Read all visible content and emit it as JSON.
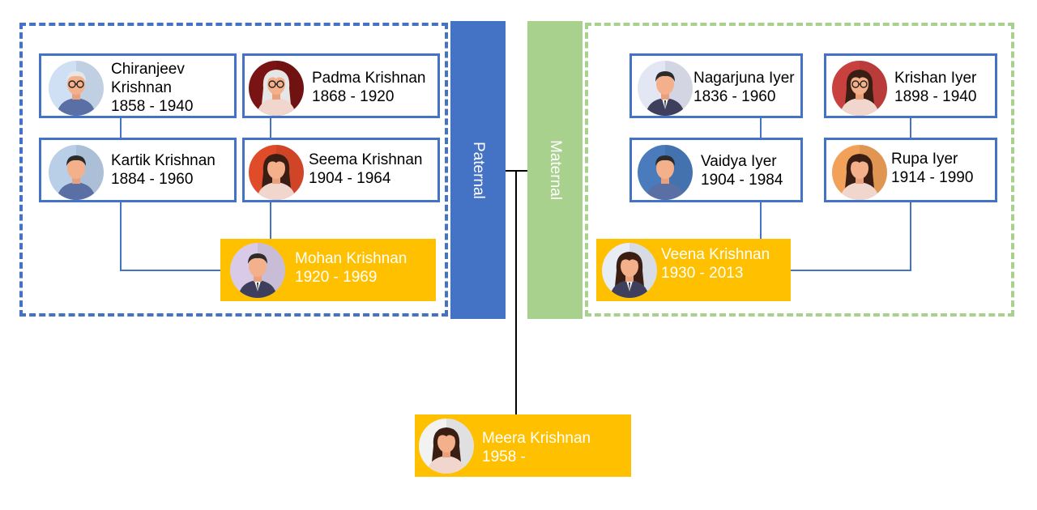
{
  "sections": {
    "paternal_label": "Paternal",
    "maternal_label": "Maternal"
  },
  "paternal": [
    {
      "id": "chiranjeev",
      "name": "Chiranjeev\nKrishnan",
      "years": "1858 - 1940",
      "icon": "elderly-man-avatar-icon",
      "avatar_bg": "#cfe0f4"
    },
    {
      "id": "padma",
      "name": "Padma Krishnan",
      "years": "1868 - 1920",
      "icon": "elderly-woman-avatar-icon",
      "avatar_bg": "#7a1414"
    },
    {
      "id": "kartik",
      "name": "Kartik Krishnan",
      "years": "1884 - 1960",
      "icon": "man-avatar-icon",
      "avatar_bg": "#b9cfe8"
    },
    {
      "id": "seema",
      "name": "Seema Krishnan",
      "years": "1904 - 1964",
      "icon": "woman-avatar-icon",
      "avatar_bg": "#e04b2a"
    },
    {
      "id": "mohan",
      "name": "Mohan Krishnan",
      "years": "1920 - 1969",
      "icon": "man-suit-avatar-icon",
      "avatar_bg": "#d9cbe8"
    }
  ],
  "maternal": [
    {
      "id": "nagarjuna",
      "name": "Nagarjuna Iyer",
      "years": "1836 - 1960",
      "icon": "man-suit-avatar-icon",
      "avatar_bg": "#e3e7f4"
    },
    {
      "id": "krishan",
      "name": "Krishan Iyer",
      "years": "1898 - 1940",
      "icon": "woman-glasses-avatar-icon",
      "avatar_bg": "#c8413f"
    },
    {
      "id": "vaidya",
      "name": "Vaidya Iyer",
      "years": "1904 - 1984",
      "icon": "man-avatar-icon",
      "avatar_bg": "#4a7bbd"
    },
    {
      "id": "rupa",
      "name": "Rupa Iyer",
      "years": "1914 - 1990",
      "icon": "woman-avatar-icon",
      "avatar_bg": "#f2a15a"
    },
    {
      "id": "veena",
      "name": "Veena Krishnan",
      "years": "1930 - 2013",
      "icon": "woman-suit-avatar-icon",
      "avatar_bg": "#e8ecf5"
    }
  ],
  "child": {
    "id": "meera",
    "name": "Meera Krishnan",
    "years": "1958 -",
    "icon": "girl-avatar-icon",
    "avatar_bg": "#f2f2f2"
  },
  "colors": {
    "paternal": "#4472C4",
    "maternal": "#A9D18E",
    "highlight": "#FFC000",
    "connector": "#4472C4"
  }
}
